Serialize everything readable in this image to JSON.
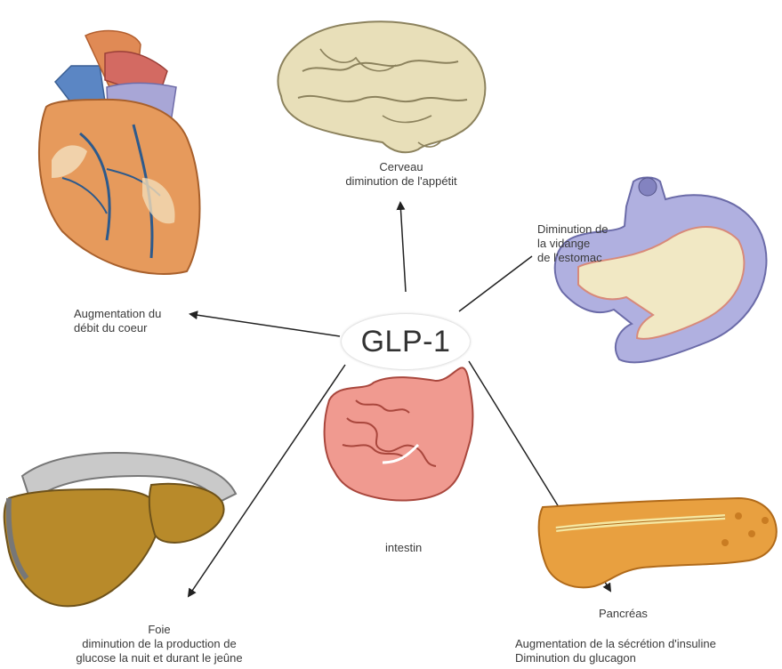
{
  "center": {
    "label": "GLP-1"
  },
  "brain": {
    "title": "Cerveau",
    "effect": "diminution de l'appétit"
  },
  "heart": {
    "line1": "Augmentation du",
    "line2": "débit du coeur"
  },
  "stomach": {
    "line1": "Diminution de",
    "line2": "la vidange",
    "line3": "de l'estomac"
  },
  "intestine": {
    "title": "intestin"
  },
  "liver": {
    "title": "Foie",
    "line1": "diminution de la production de",
    "line2": "glucose la nuit et durant le jeûne"
  },
  "pancreas": {
    "title": "Pancréas",
    "line1": "Augmentation de la  sécrétion d'insuline",
    "line2": "Diminution du glucagon"
  }
}
